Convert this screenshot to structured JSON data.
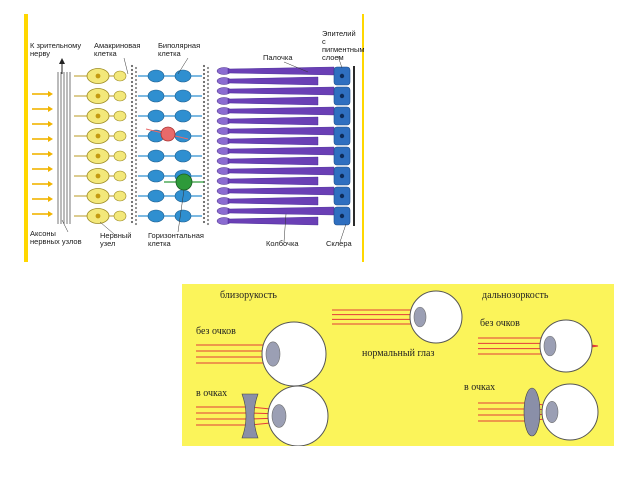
{
  "retina": {
    "labels": {
      "optic_nerve": "К зрительному\nнерву",
      "amacrine": "Амакриновая\nклетка",
      "bipolar": "Биполярная\nклетка",
      "rod": "Палочка",
      "epithelium": "Эпителий\nс пигментным\nслоем",
      "axons": "Аксоны\nнервных узлов",
      "ganglion": "Нервный\nузел",
      "horizontal": "Горизонтальная\nклетка",
      "cone": "Колбочка",
      "sclera": "Склера"
    },
    "colors": {
      "panel_border": "#ffd700",
      "light_arrows": "#f2b400",
      "ganglion_cells": "#f3e87a",
      "bipolar_cells": "#2f8fd0",
      "photoreceptors": "#6a3fb5",
      "amacrine_cell": "#e86a6a",
      "horizontal_cell": "#2e9a3a",
      "epithelium": "#2f6fc0"
    }
  },
  "vision": {
    "labels": {
      "myopia": "близорукость",
      "myopia_no_glasses": "без очков",
      "normal_eye": "нормальный глаз",
      "hyperopia": "дальнозоркость",
      "hyperopia_no_glasses": "без очков",
      "myopia_glasses": "в очках",
      "hyperopia_glasses": "в очках"
    },
    "colors": {
      "background": "#fbf45a",
      "rays": "#e23b3b",
      "eyeball": "#ffffff",
      "lens": "#8a8fa8"
    }
  }
}
